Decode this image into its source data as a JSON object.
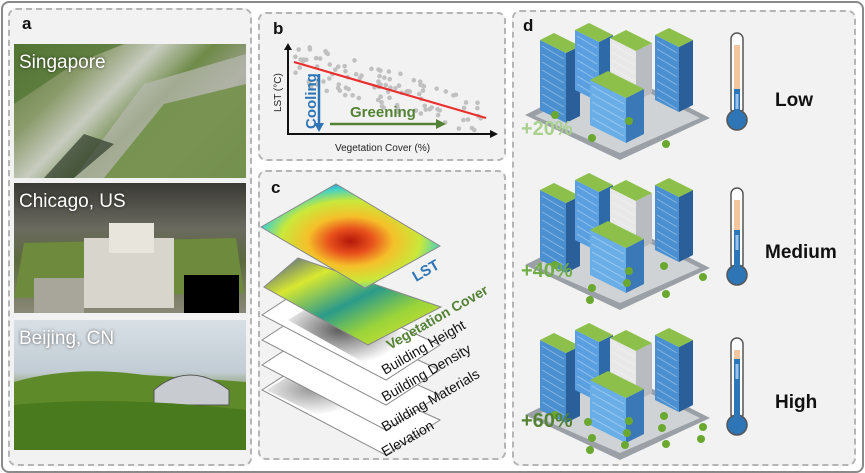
{
  "panel_a": {
    "label": "a",
    "photos": [
      {
        "caption": "Singapore"
      },
      {
        "caption": "Chicago, US"
      },
      {
        "caption": "Beijing, CN"
      }
    ]
  },
  "panel_b": {
    "label": "b",
    "y_axis": "LST (°C)",
    "x_axis": "Vegetation Cover (%)",
    "cooling": "Cooling",
    "greening": "Greening",
    "colors": {
      "trend": "#e8312f",
      "cooling": "#2e75b6",
      "greening": "#548235",
      "points": "#c0c0c0"
    }
  },
  "panel_c": {
    "label": "c",
    "layers": [
      "LST",
      "Vegetation Cover",
      "Building Height",
      "Building Density",
      "Building Materials",
      "Elevation"
    ]
  },
  "panel_d": {
    "label": "d",
    "scenarios": [
      {
        "percent": "+20%",
        "level": "Low",
        "color": "#a9d18e",
        "fill": 0.3
      },
      {
        "percent": "+40%",
        "level": "Medium",
        "color": "#70ad47",
        "fill": 0.5
      },
      {
        "percent": "+60%",
        "level": "High",
        "color": "#548235",
        "fill": 0.8
      }
    ]
  }
}
